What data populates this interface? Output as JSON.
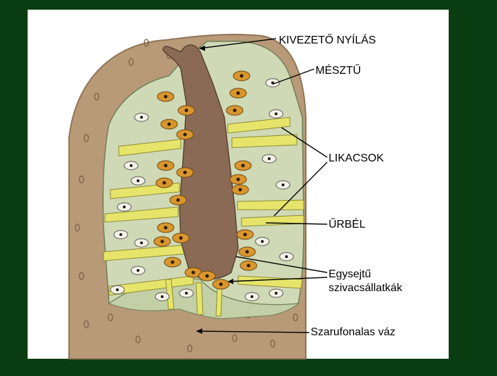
{
  "labels": {
    "kivezeto": "KIVEZETŐ NYÍLÁS",
    "meszt": "MÉSZTŰ",
    "likacsok": "LIKACSOK",
    "urbel": "ŰRBÉL",
    "egysejtu_line1": "Egysejtű",
    "egysejtu_line2": "szivacsállatkák",
    "szaru": "Szarufonalas váz"
  },
  "colors": {
    "frame": "#0b3d12",
    "panel": "#ffffff",
    "body": "#b89a78",
    "body_dark": "#8f7456",
    "wall": "#cfd9b6",
    "canal": "#e6e46a",
    "cell": "#d9962e",
    "cavity": "#8a6a55"
  }
}
